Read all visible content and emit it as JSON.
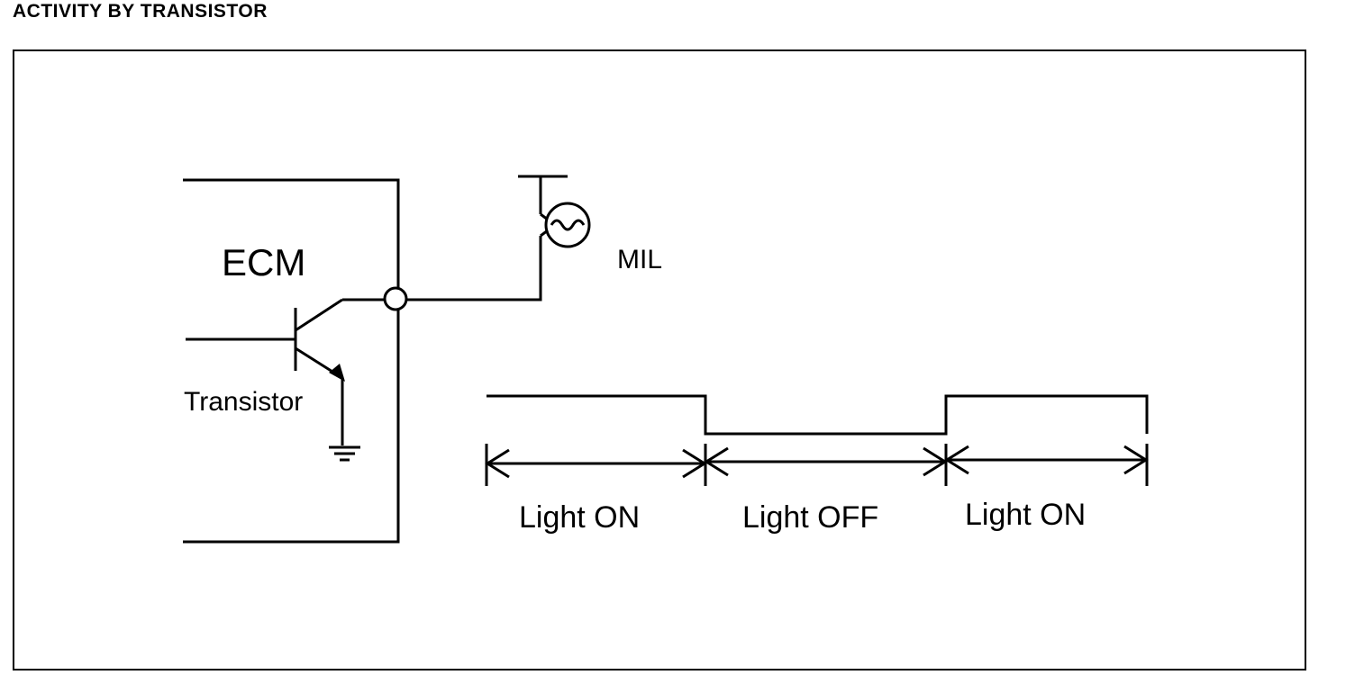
{
  "heading": "ACTIVITY BY TRANSISTOR",
  "labels": {
    "ecm": "ECM",
    "mil": "MIL",
    "transistor": "Transistor"
  },
  "timing": {
    "segments": [
      {
        "label": "Light ON",
        "state": "on"
      },
      {
        "label": "Light OFF",
        "state": "off"
      },
      {
        "label": "Light ON",
        "state": "on"
      }
    ]
  }
}
